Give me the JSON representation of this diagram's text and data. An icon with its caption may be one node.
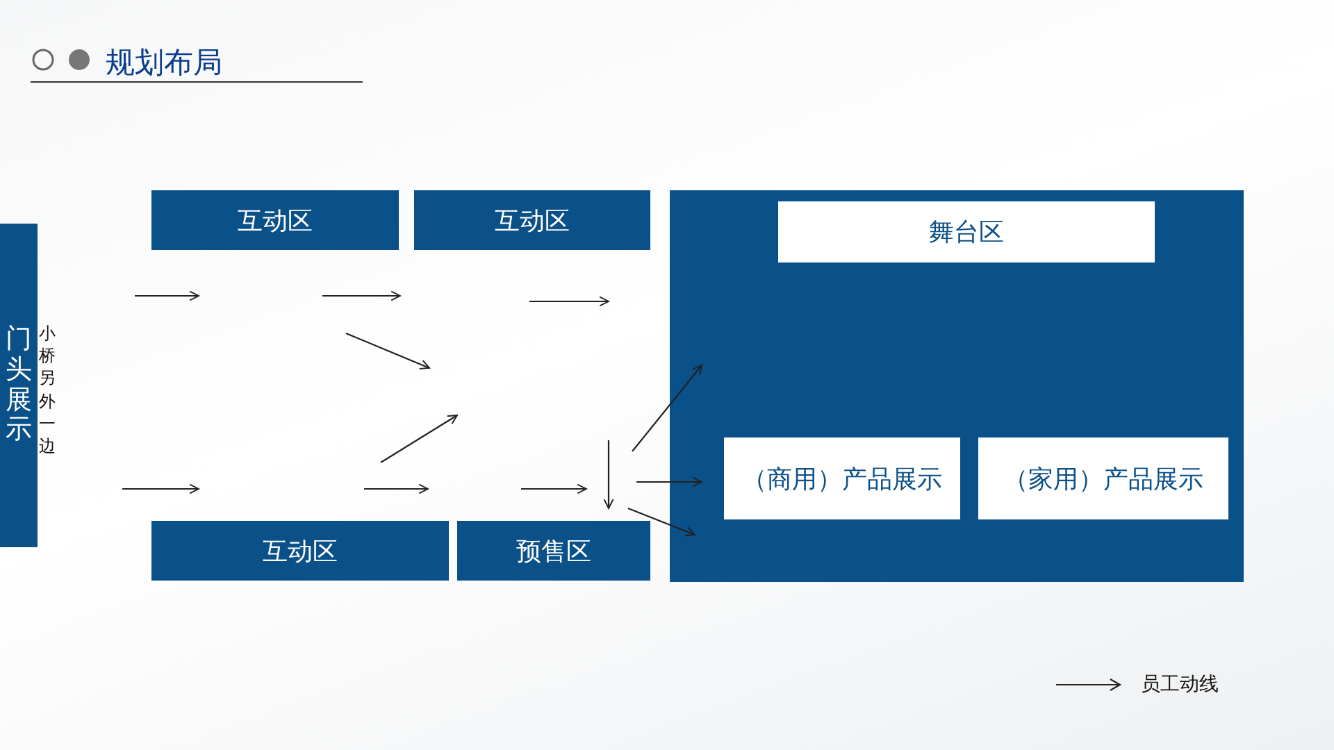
{
  "diagram": {
    "title": "规划布局",
    "nodes": [
      {
        "text": [
          "门头展示"
        ],
        "beside": [
          "小桥另外一边"
        ]
      },
      {
        "text": [
          "互动区"
        ]
      },
      {
        "text": [
          "互动区"
        ]
      },
      {
        "text": [],
        "shape": "box"
      },
      {
        "text": [
          "舞台区"
        ],
        "in": 3
      },
      {
        "text": [
          "（商用）产品展示"
        ],
        "in": 3
      },
      {
        "text": [
          "（家用）产品展示"
        ],
        "in": 3
      },
      {
        "text": [
          "互动区"
        ]
      },
      {
        "text": [
          "预售区"
        ]
      }
    ],
    "legend": [
      {
        "text": "员工动线"
      }
    ]
  }
}
